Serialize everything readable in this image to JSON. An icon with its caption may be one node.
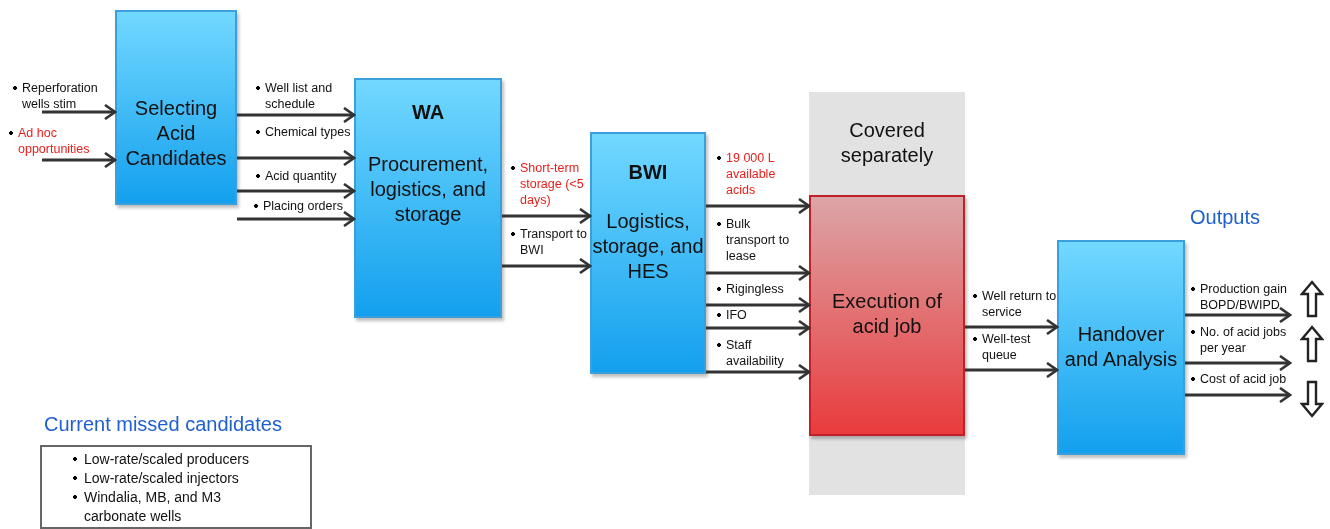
{
  "diagram": {
    "nodes": [
      {
        "text": [
          "Selecting Acid Candidates"
        ]
      },
      {
        "text": [
          "WA",
          "Procurement, logistics, and storage"
        ]
      },
      {
        "text": [
          "BWI",
          "Logistics, storage, and HES"
        ]
      },
      {
        "text": [
          "Covered separately"
        ]
      },
      {
        "text": [
          "Execution of acid job"
        ],
        "in": 3
      },
      {
        "text": [
          "Handover and Analysis"
        ]
      },
      {
        "text": [
          "Current missed candidates",
          "Low-rate/scaled producers",
          "Low-rate/scaled injectors",
          "Windalia, MB, and M3 carbonate wells"
        ]
      }
    ],
    "edges": [
      {
        "from": null,
        "to": 0,
        "arrow": "to",
        "label": "Reperforation wells stim"
      },
      {
        "from": null,
        "to": 0,
        "arrow": "to",
        "label": "Ad hoc opportunities"
      },
      {
        "from": 0,
        "to": 1,
        "arrow": "to",
        "label": "Well list and schedule"
      },
      {
        "from": 0,
        "to": 1,
        "arrow": "to",
        "label": "Chemical types"
      },
      {
        "from": 0,
        "to": 1,
        "arrow": "to",
        "label": "Acid quantity"
      },
      {
        "from": 0,
        "to": 1,
        "arrow": "to",
        "label": "Placing orders"
      },
      {
        "from": 1,
        "to": 2,
        "arrow": "to",
        "label": "Short-term storage (<5 days)"
      },
      {
        "from": 1,
        "to": 2,
        "arrow": "to",
        "label": "Transport to BWI"
      },
      {
        "from": 2,
        "to": 4,
        "arrow": "to",
        "label": "19 000 L available acids"
      },
      {
        "from": 2,
        "to": 4,
        "arrow": "to",
        "label": "Bulk transport to lease"
      },
      {
        "from": 2,
        "to": 4,
        "arrow": "to",
        "label": "Rigingless"
      },
      {
        "from": 2,
        "to": 4,
        "arrow": "to",
        "label": "IFO"
      },
      {
        "from": 2,
        "to": 4,
        "arrow": "to",
        "label": "Staff availability"
      },
      {
        "from": 4,
        "to": 5,
        "arrow": "to",
        "label": "Well return to service"
      },
      {
        "from": 4,
        "to": 5,
        "arrow": "to",
        "label": "Well-test queue"
      },
      {
        "from": 5,
        "to": null,
        "arrow": "to",
        "label": "Production gain BOPD/BWIPD"
      },
      {
        "from": 5,
        "to": null,
        "arrow": "to",
        "label": "No. of acid jobs per year"
      },
      {
        "from": 5,
        "to": null,
        "arrow": "to",
        "label": "Cost of acid job"
      }
    ],
    "labels": [
      "Outputs"
    ]
  }
}
